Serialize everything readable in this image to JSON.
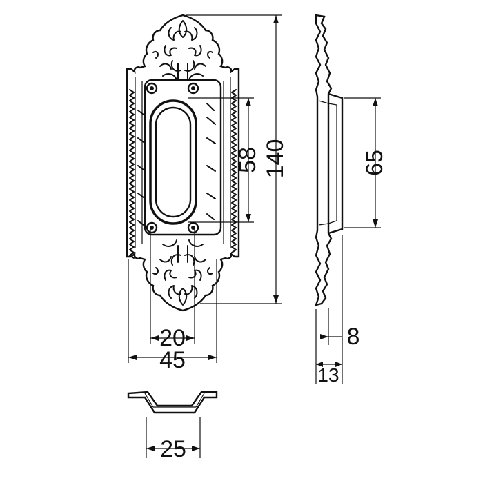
{
  "dimensions": {
    "total_height": "140",
    "opening_height": "58",
    "side_height": "65",
    "opening_width": "20",
    "plate_width": "45",
    "depth": "8",
    "total_depth": "13",
    "bottom_width": "25"
  }
}
